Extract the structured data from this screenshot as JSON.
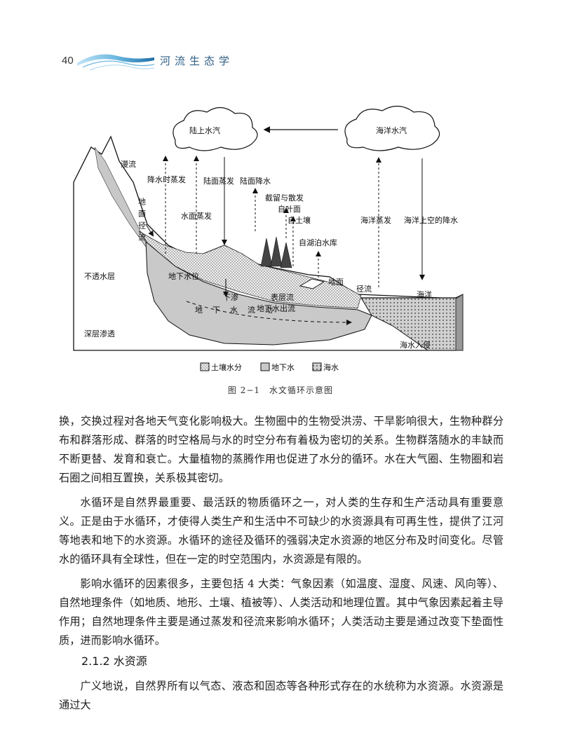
{
  "header": {
    "page_number": "40",
    "book_title": "河流生态学"
  },
  "figure": {
    "caption": "图 2−1　水文循环示意图",
    "clouds": {
      "land_vapor": "陆上水汽",
      "ocean_vapor": "海洋水汽"
    },
    "labels": {
      "overland_flow": "漫流",
      "surface_runoff": "地面径流",
      "evap_during_rain": "降水时蒸发",
      "land_evaporation": "陆面蒸发",
      "land_precipitation": "陆面降水",
      "water_surface_evap": "水面蒸发",
      "interception": "截留与散发",
      "from_leaves": "自叶面",
      "from_soil": "自土壤",
      "from_lakes": "自湖泊水库",
      "ocean_evaporation": "海洋蒸发",
      "ocean_precip": "海洋上空的降水",
      "impermeable": "不透水层",
      "water_table": "地下水位",
      "infiltration": "下渗",
      "interflow": "表层流",
      "ground_outflow": "地下水出流",
      "ground": "地面",
      "runoff": "径流",
      "ocean": "海洋",
      "groundwater_flow": "地下水流动",
      "deep_percolation": "深层渗透",
      "seawater_intrusion": "海水入侵"
    },
    "legend": [
      {
        "label": "土壤水分"
      },
      {
        "label": "地下水"
      },
      {
        "label": "海水"
      }
    ]
  },
  "body": {
    "paragraphs": [
      "换，交换过程对各地天气变化影响极大。生物圈中的生物受洪涝、干旱影响很大，生物种群分布和群落形成、群落的时空格局与水的时空分布有着极为密切的关系。生物群落随水的丰缺而不断更替、发育和衰亡。大量植物的蒸腾作用也促进了水分的循环。水在大气圈、生物圈和岩石圈之间相互置换，关系极其密切。",
      "水循环是自然界最重要、最活跃的物质循环之一，对人类的生存和生产活动具有重要意义。正是由于水循环，才使得人类生产和生活中不可缺少的水资源具有可再生性，提供了江河等地表和地下的水资源。水循环的途径及循环的强弱决定水资源的地区分布及时间变化。尽管水的循环具有全球性，但在一定的时空范围内，水资源是有限的。",
      "影响水循环的因素很多，主要包括 4 大类：气象因素（如温度、湿度、风速、风向等）、自然地理条件（如地质、地形、土壤、植被等）、人类活动和地理位置。其中气象因素起着主导作用；自然地理条件主要是通过蒸发和径流来影响水循环；人类活动主要是通过改变下垫面性质，进而影响水循环。"
    ],
    "section_heading": "2.1.2 水资源",
    "last_paragraph": "广义地说，自然界所有以气态、液态和固态等各种形式存在的水统称为水资源。水资源是通过大"
  }
}
